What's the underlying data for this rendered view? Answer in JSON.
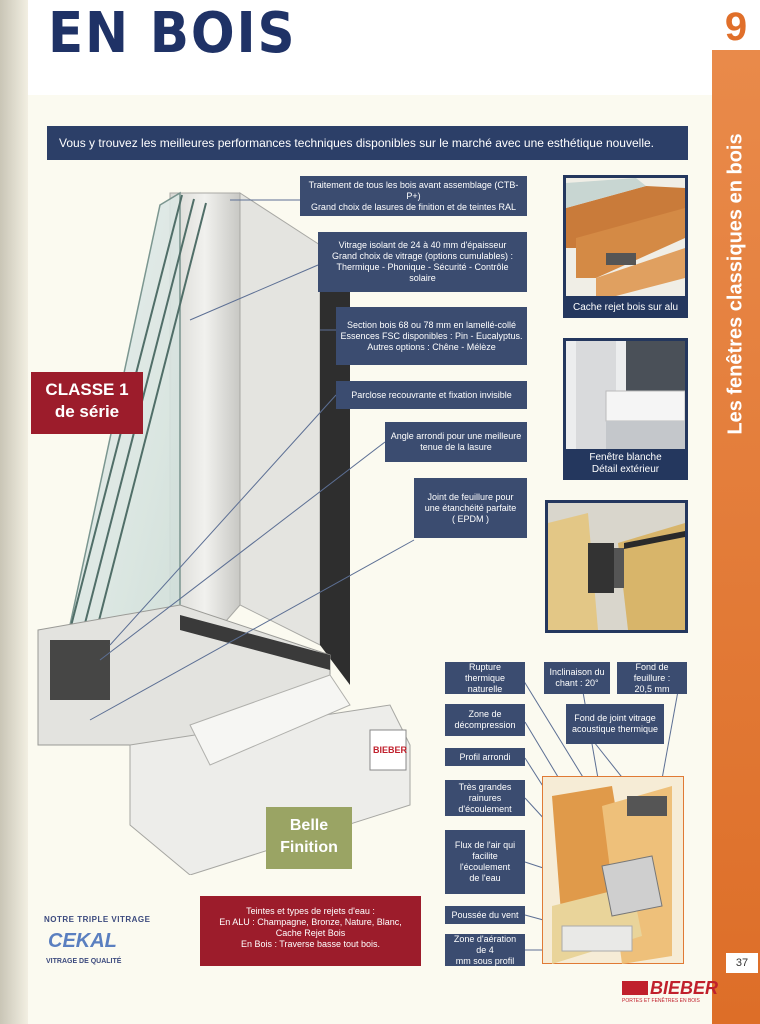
{
  "header": {
    "title": "EN BOIS",
    "chapter_number": "9"
  },
  "sidebar": {
    "title": "Les fenêtres classiques en bois",
    "page_number": "37"
  },
  "banner": {
    "text": "Vous y trouvez les meilleures performances techniques disponibles sur le marché avec une esthétique nouvelle."
  },
  "window_callouts": [
    "Traitement de tous les bois avant assemblage (CTB-P+)\nGrand choix de lasures de finition et de teintes RAL",
    "Vitrage isolant de 24 à 40 mm d'épaisseur\nGrand choix de vitrage (options cumulables) :\nThermique - Phonique - Sécurité - Contrôle solaire",
    "Section bois 68 ou 78 mm en lamellé-collé\nEssences FSC disponibles : Pin - Eucalyptus.\nAutres options : Chêne - Mélèze",
    "Parclose recouvrante et fixation invisible",
    "Angle arrondi pour une meilleure\ntenue de la lasure",
    "Joint de feuillure pour\nune étanchéité parfaite\n( EPDM )"
  ],
  "badges": {
    "classe_line1": "CLASSE 1",
    "classe_line2": "de série",
    "belle_line1": "Belle",
    "belle_line2": "Finition"
  },
  "photos": [
    {
      "caption": "Cache rejet bois sur alu"
    },
    {
      "caption": "Fenêtre blanche\nDétail extérieur"
    },
    {
      "caption": ""
    }
  ],
  "section_callouts": [
    "Rupture thermique\nnaturelle",
    "Inclinaison du\nchant : 20°",
    "Fond de feuillure :\n20,5 mm",
    "Zone de\ndécompression",
    "Fond de joint vitrage\nacoustique thermique",
    "Profil arrondi",
    "Très grandes rainures\nd'écoulement",
    "Flux de l'air qui\nfacilite l'écoulement\nde l'eau",
    "Poussée du vent",
    "Zone d'aération de 4\nmm sous profil"
  ],
  "rejets_box": {
    "text": "Teintes et types de rejets d'eau :\nEn ALU : Champagne, Bronze, Nature, Blanc,\nCache Rejet Bois\nEn Bois : Traverse basse tout bois."
  },
  "cekal": {
    "arc_text": "NOTRE TRIPLE VITRAGE",
    "name": "CEKAL",
    "sub": "VITRAGE DE QUALITÉ"
  },
  "bieber_logo": {
    "name": "BIEBER",
    "tagline": "PORTES ET FENÊTRES EN BOIS"
  },
  "colors": {
    "navy": "#2c3f68",
    "orange": "#e07a35",
    "red": "#9c1c2b",
    "olive": "#9aa464"
  }
}
